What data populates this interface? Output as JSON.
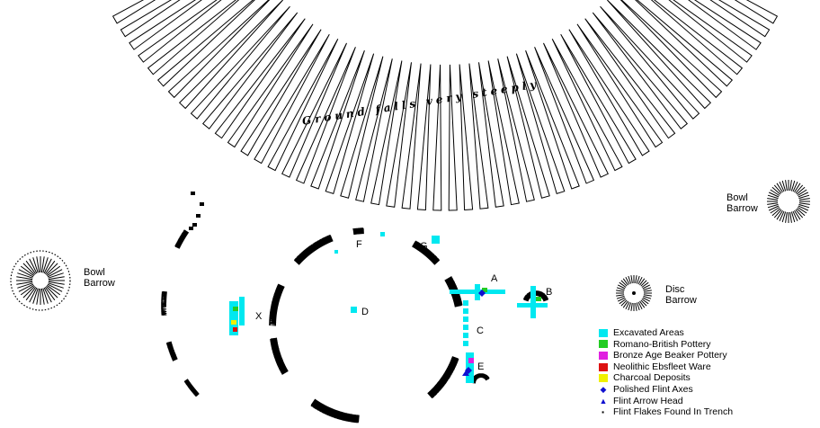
{
  "slope_note": "Ground falls very steeply",
  "barrows": {
    "left": [
      "Bowl",
      "Barrow"
    ],
    "right": [
      "Bowl",
      "Barrow"
    ],
    "disc": [
      "Disc",
      "Barrow"
    ]
  },
  "trench_labels": {
    "F": "F",
    "G": "G",
    "A": "A",
    "B": "B",
    "C": "C",
    "D": "D",
    "E": "E",
    "X": "X"
  },
  "legend": [
    {
      "label": "Excavated Areas",
      "color": "#00e8f0",
      "symbol": "square"
    },
    {
      "label": "Romano-British Pottery",
      "color": "#22cc22",
      "symbol": "square"
    },
    {
      "label": "Bronze Age Beaker Pottery",
      "color": "#e020e0",
      "symbol": "square"
    },
    {
      "label": "Neolithic Ebsfleet Ware",
      "color": "#dd1111",
      "symbol": "square"
    },
    {
      "label": "Charcoal Deposits",
      "color": "#f0f000",
      "symbol": "square"
    },
    {
      "label": "Polished Flint Axes",
      "color": "#1010d0",
      "symbol": "diamond"
    },
    {
      "label": "Flint Arrow Head",
      "color": "#1010d0",
      "symbol": "triangle"
    },
    {
      "label": "Flint Flakes Found In Trench",
      "color": "#000000",
      "symbol": "dot"
    }
  ],
  "colors": {
    "excavated": "#00e8f0",
    "ink": "#000000"
  }
}
